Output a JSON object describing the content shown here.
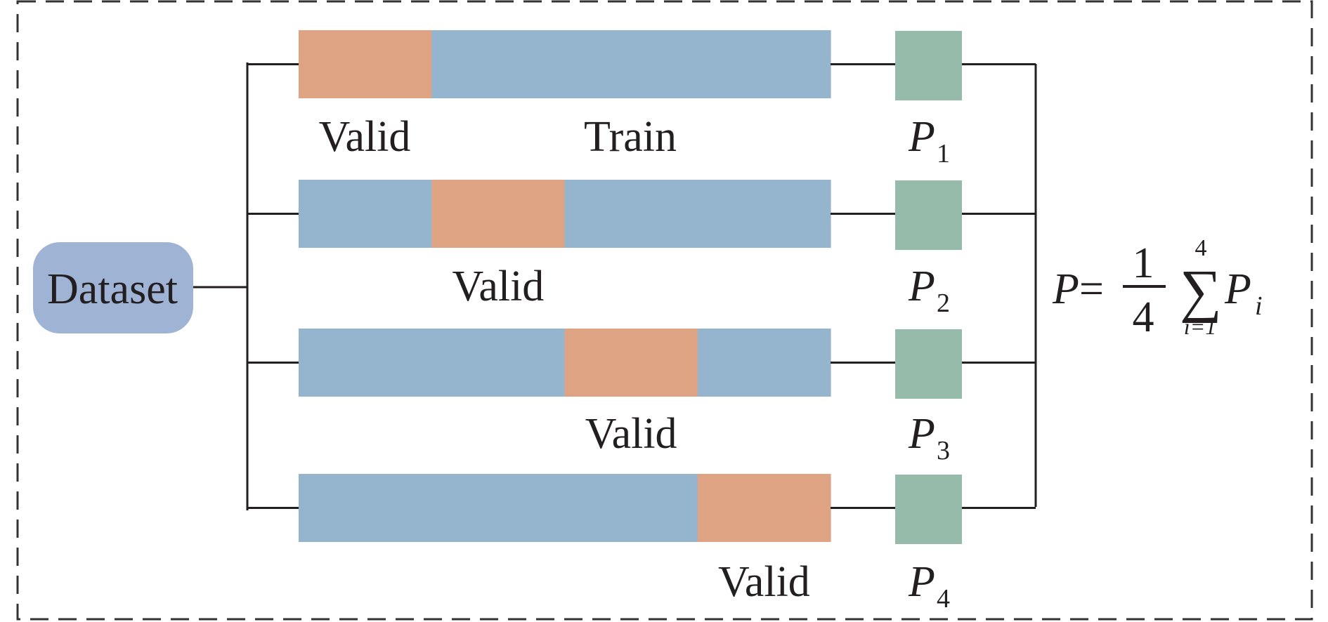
{
  "colors": {
    "valid": "#dea382",
    "train": "#95b5cf",
    "result": "#97bbab",
    "dataset": "#9fb3d4",
    "line": "#231f20"
  },
  "dataset": {
    "label": "Dataset"
  },
  "train_label": "Train",
  "folds": [
    {
      "valid_label": "Valid",
      "valid_index": 0,
      "result": {
        "symbol": "P",
        "subscript": "1"
      }
    },
    {
      "valid_label": "Valid",
      "valid_index": 1,
      "result": {
        "symbol": "P",
        "subscript": "2"
      }
    },
    {
      "valid_label": "Valid",
      "valid_index": 2,
      "result": {
        "symbol": "P",
        "subscript": "3"
      }
    },
    {
      "valid_label": "Valid",
      "valid_index": 3,
      "result": {
        "symbol": "P",
        "subscript": "4"
      }
    }
  ],
  "formula": {
    "lhs": "P",
    "eq": "=",
    "numerator": "1",
    "denominator": "4",
    "sigma": "∑",
    "upper": "4",
    "lower": "i=1",
    "term": "P",
    "term_sub": "i"
  }
}
